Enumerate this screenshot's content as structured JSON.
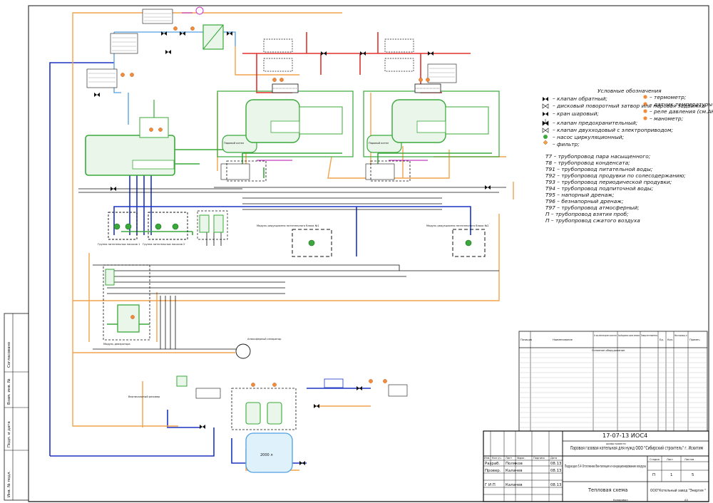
{
  "legend": {
    "title": "Условные обозначения",
    "items": [
      "– клапан обратный;",
      "– дисковый поворотный затвор или паровая задвижка",
      "– кран шаровый;",
      "– клапан предохранительный;",
      "– клапан двухходовый с электроприводом;",
      "– насос циркуляционный;",
      "– фильтр;"
    ],
    "items_right": [
      "– термометр;",
      "– датчик температуры (см.АК)",
      "– реле давления (см.АК)",
      "– манометр;"
    ],
    "pipelines": [
      "Т7 – трубопровод пара насыщенного;",
      "Т8 – трубопровод конденсата;",
      "Т91 – трубопровод питательной воды;",
      "Т92 – трубопровод продувки по солесодержанию;",
      "Т93 – трубопровод периодической продувки;",
      "Т94 – трубопровод подпиточной воды;",
      "Т95 – напорный дренаж;",
      "Т96 – безнапорный дренаж;",
      "Т97 – трубопровод атмосферный;",
      "П – трубопровод взятия проб;",
      "П – трубопровод сжатого воздуха"
    ]
  },
  "spec_table": {
    "headers": [
      "Позиция",
      "Наименование",
      "Тип, марка, обозначение документа, опросного листа",
      "Код оборудования, изделия, материала",
      "Завод изготовитель",
      "Ед.",
      "Кол.",
      "Масса единицы, кг",
      "Примеч."
    ],
    "section": "Основное оборудование"
  },
  "labels": {
    "boiler_1": "Паровой котел",
    "boiler_2": "Паровой котел",
    "module_left": "Модуль редукционно питательного блока №1",
    "module_right": "Модуль редукционно питательного блока №2",
    "pump_group_1": "Группа питательных насосов 1",
    "pump_group_2": "Группа питательных насосов 2",
    "deaerator_module": "Модуль деаэратора",
    "atmo_separator": "Атмосферный сепаратор",
    "tank_volume": "2000 л",
    "vertical_tank_label": "Вертикальный ресивер"
  },
  "title_block": {
    "code": "17-07-13 ИОС4",
    "code_caption": "шифр проекта",
    "project_title": "Паровая газовая котельная для нужд ООО \"Сибирский строитель\" г. Искитим",
    "section_title": "Подраздел 5.4 Отопление Вентиляция и кондиционирование воздуха",
    "sheet_name": "Тепловая схема",
    "company": "ООО\"Котельный завод \"Энергия \"",
    "col_izm": "Изм.",
    "col_kol": "Кол.уч.",
    "col_list": "Лист",
    "col_ndok": "№док.",
    "col_podp": "Подпись",
    "col_data": "Дата",
    "role1": "Разраб.",
    "name1": "Поляков",
    "date1": "08.13",
    "role2": "Провер.",
    "name2": "Калачев",
    "date2": "08.13",
    "role3": "Г И П",
    "name3": "Калачев",
    "date3": "08.13",
    "stadiya_label": "Стадия",
    "list_label": "Лист",
    "listov_label": "Листов",
    "stadiya": "П",
    "list": "1",
    "listov": "5",
    "footer_left": "Копировал",
    "footer_right": "А3"
  },
  "side_stamp": {
    "f1": "Согласовано",
    "f2": "Взам. инв. №",
    "f3": "Подп. и дата",
    "f4": "Инв. № подл."
  },
  "colors": {
    "steam": "#e2312b",
    "condensate": "#f2a24b",
    "feed": "#1a34c4",
    "makeup": "#4f9fe0",
    "green": "#3aa83a",
    "magenta": "#c33ac3",
    "black": "#111111"
  }
}
